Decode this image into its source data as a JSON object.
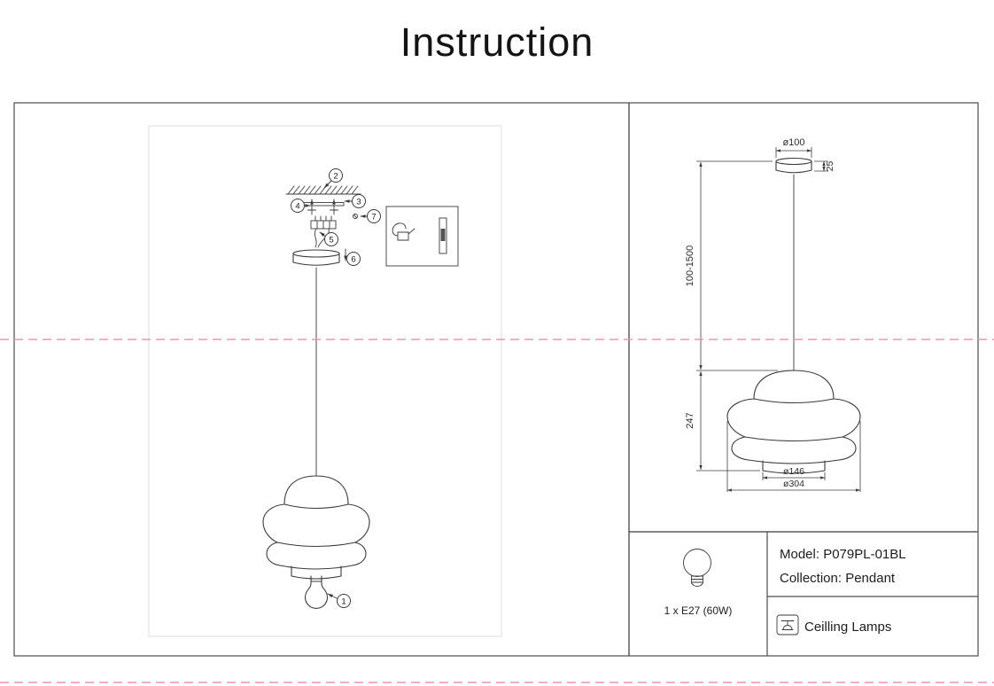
{
  "title": "Instruction",
  "callouts": {
    "c1": "1",
    "c2": "2",
    "c3": "3",
    "c4": "4",
    "c5": "5",
    "c6": "6",
    "c7": "7"
  },
  "dimensions": {
    "canopy_diameter": "ø100",
    "canopy_height": "25",
    "suspension_range": "100-1500",
    "shade_height": "247",
    "bottom_diameter": "ø146",
    "shade_diameter": "ø304"
  },
  "spec": {
    "bulb": "1 x E27 (60W)",
    "model_label": "Model: P079PL-01BL",
    "collection_label": "Collection: Pendant",
    "category_label": "Ceilling Lamps"
  },
  "colors": {
    "drawing_line": "#3a3a3a",
    "panel_border": "#4c4c4c",
    "cut_mark_pink": "#ef93b1"
  }
}
